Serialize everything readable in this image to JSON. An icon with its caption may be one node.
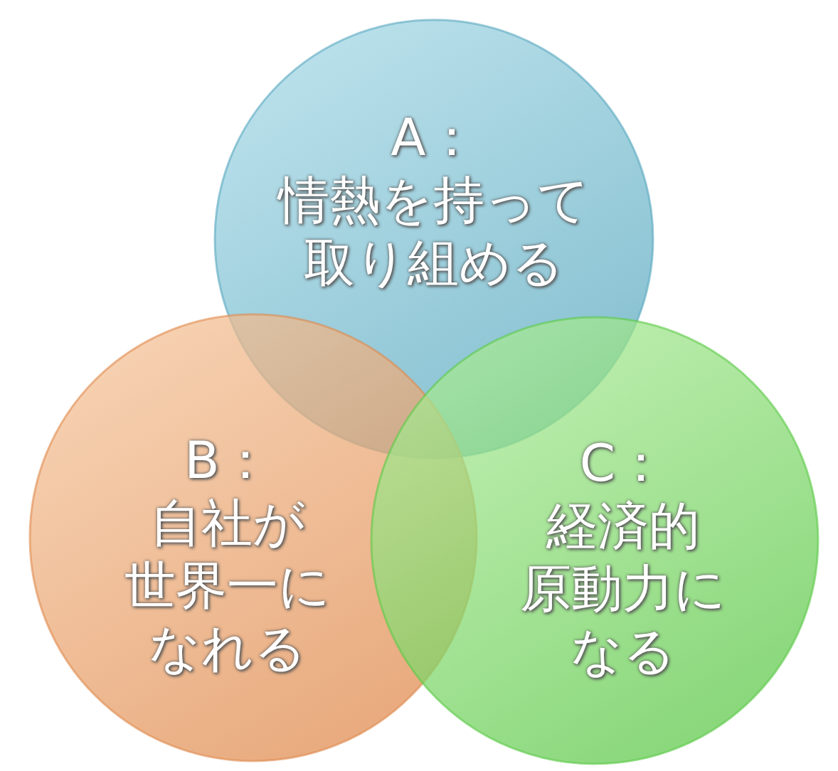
{
  "diagram": {
    "nodes": [
      {
        "text": [
          "A：",
          "情熱を持って取り組める"
        ]
      },
      {
        "text": [
          "B：",
          "自社が世界一になれる"
        ]
      },
      {
        "text": [
          "C：",
          "経済的原動力になる"
        ]
      }
    ]
  }
}
